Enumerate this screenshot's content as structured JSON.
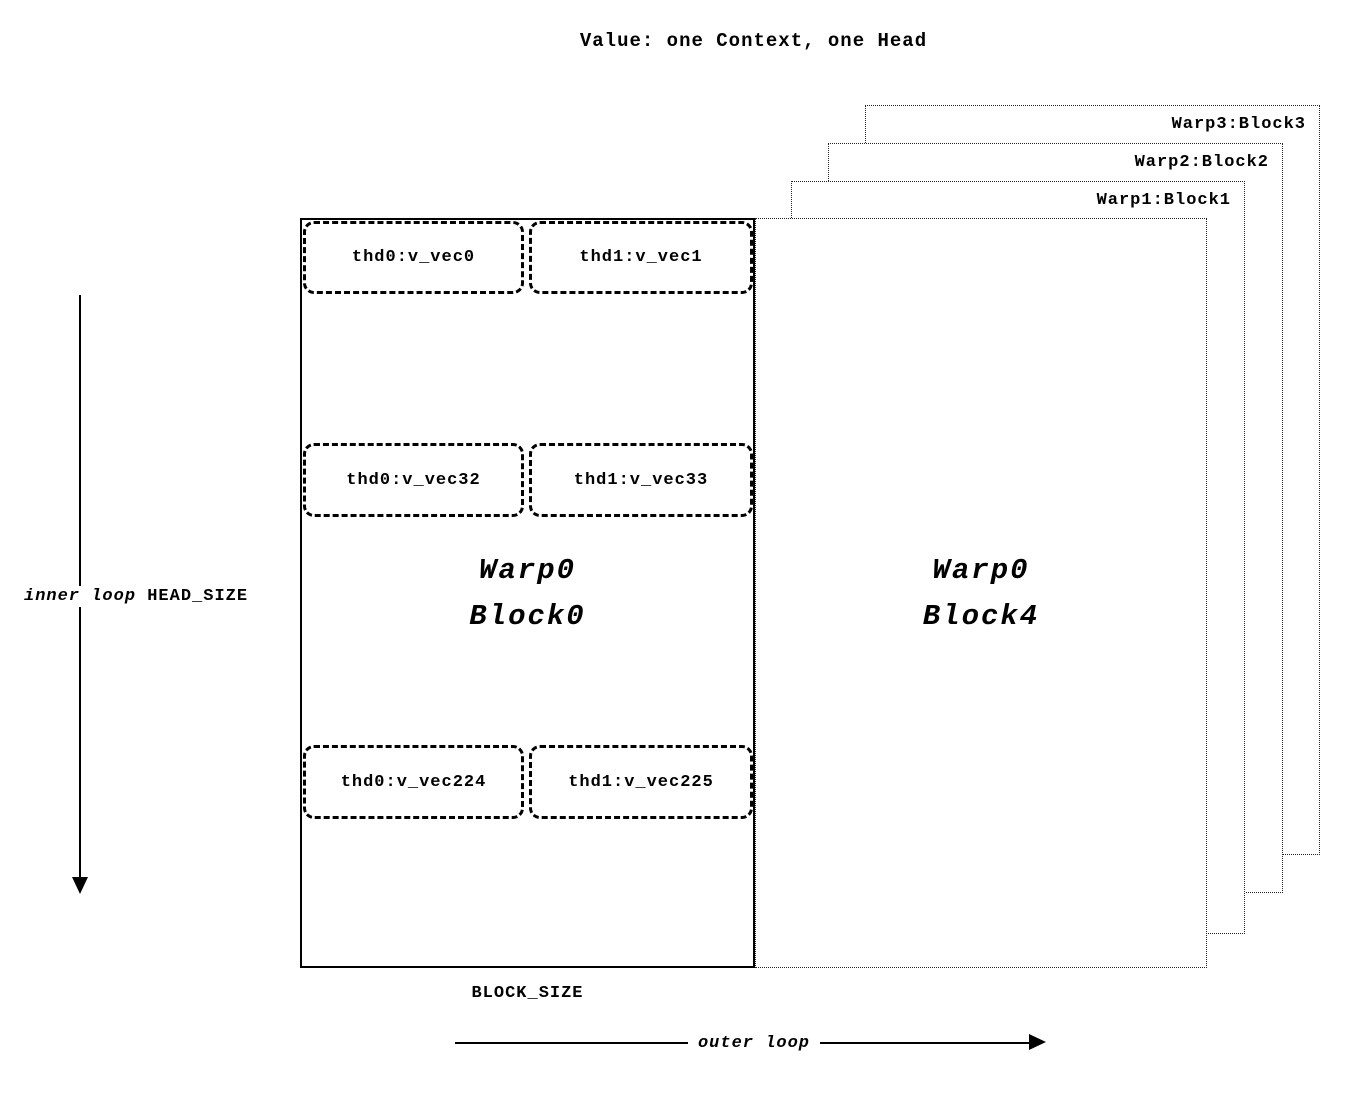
{
  "title": "Value: one Context, one Head",
  "back_panels": [
    {
      "label": "Warp3:Block3"
    },
    {
      "label": "Warp2:Block2"
    },
    {
      "label": "Warp1:Block1"
    }
  ],
  "front_block": {
    "line1": "Warp0",
    "line2": "Block4"
  },
  "main_block": {
    "line1": "Warp0",
    "line2": "Block0",
    "rows": [
      {
        "cells": [
          "thd0:v_vec0",
          "thd1:v_vec1"
        ]
      },
      {
        "cells": [
          "thd0:v_vec32",
          "thd1:v_vec33"
        ]
      },
      {
        "cells": [
          "thd0:v_vec224",
          "thd1:v_vec225"
        ]
      }
    ]
  },
  "axes": {
    "inner_loop_label": "inner loop",
    "head_size_label": "HEAD_SIZE",
    "block_size_label": "BLOCK_SIZE",
    "outer_loop_label": "outer loop"
  },
  "colors": {
    "line": "#000000",
    "background": "#ffffff"
  }
}
